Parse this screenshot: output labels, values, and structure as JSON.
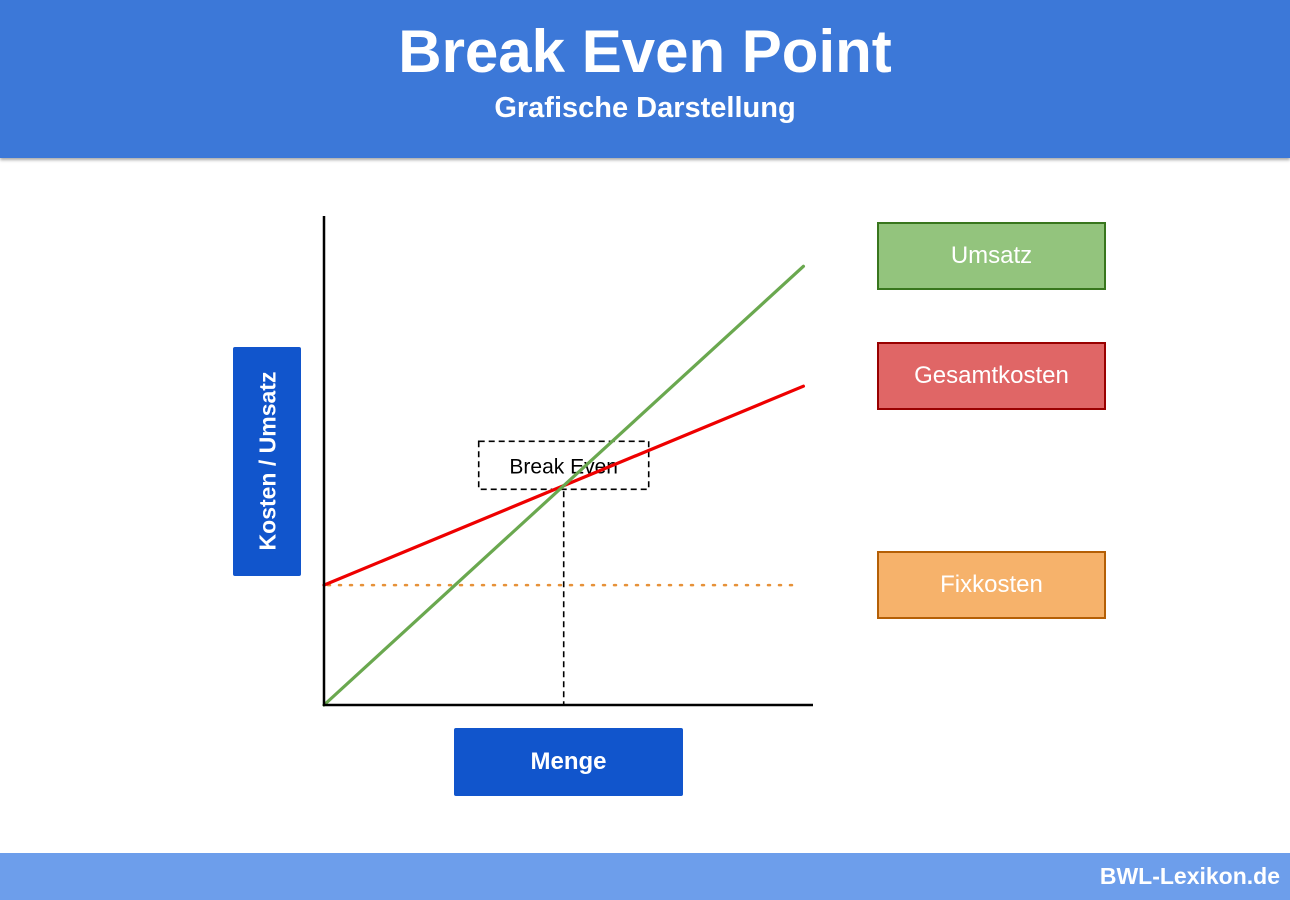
{
  "header": {
    "title": "Break Even Point",
    "subtitle": "Grafische Darstellung"
  },
  "chart_data": {
    "type": "line",
    "xlabel": "Menge",
    "ylabel": "Kosten / Umsatz",
    "x": [
      0,
      2
    ],
    "xlim": [
      0,
      2.04
    ],
    "ylim": [
      0,
      2.04
    ],
    "grid": false,
    "legend_placement": "right",
    "series": [
      {
        "name": "Umsatz",
        "values": [
          0,
          1.83
        ],
        "color": "#6aa84f"
      },
      {
        "name": "Gesamtkosten",
        "values": [
          0.5,
          1.33
        ],
        "color": "#ee0000"
      },
      {
        "name": "Fixkosten",
        "values": [
          0.5,
          0.5
        ],
        "color": "#e69138",
        "style": "dotted"
      }
    ],
    "annotation": {
      "text": "Break Even",
      "x": 1,
      "y": 0.9
    },
    "legend_colors": {
      "Umsatz": {
        "fill": "#93c47d",
        "border": "#38761d"
      },
      "Gesamtkosten": {
        "fill": "#e06666",
        "border": "#990000"
      },
      "Fixkosten": {
        "fill": "#f6b26b",
        "border": "#b45f06"
      }
    }
  },
  "footer": {
    "brand": "BWL-Lexikon.de"
  }
}
